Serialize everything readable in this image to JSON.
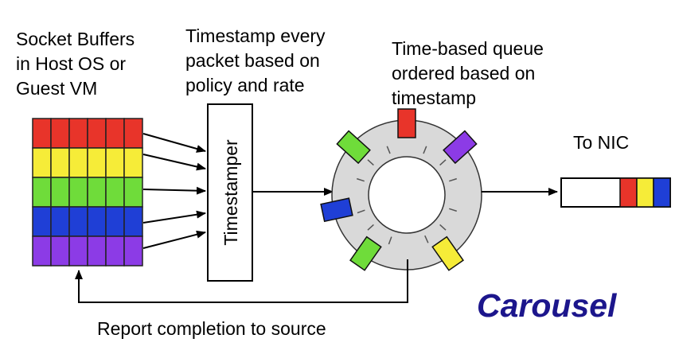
{
  "labels": {
    "socket_buffers": "Socket Buffers\nin Host OS or\nGuest VM",
    "timestamp_policy": "Timestamp every\npacket based on\npolicy and rate",
    "time_queue": "Time-based queue\nordered based on\ntimestamp",
    "timestamper": "Timestamper",
    "to_nic": "To NIC",
    "report_completion": "Report completion to source",
    "brand": "Carousel"
  },
  "colors": {
    "red": "#e8342a",
    "yellow": "#f6ec38",
    "green": "#6fdc3a",
    "blue": "#1f3fd6",
    "purple": "#8c3be6",
    "ring_fill": "#d9d9d9",
    "brand": "#1c168c"
  },
  "socket_buffer_rows": [
    "red",
    "yellow",
    "green",
    "blue",
    "purple"
  ],
  "socket_buffer_columns": 6,
  "queue_packets": [
    "red",
    "purple",
    "yellow",
    "green",
    "blue",
    "green"
  ],
  "nic_queue_packets": [
    "red",
    "yellow",
    "blue"
  ]
}
